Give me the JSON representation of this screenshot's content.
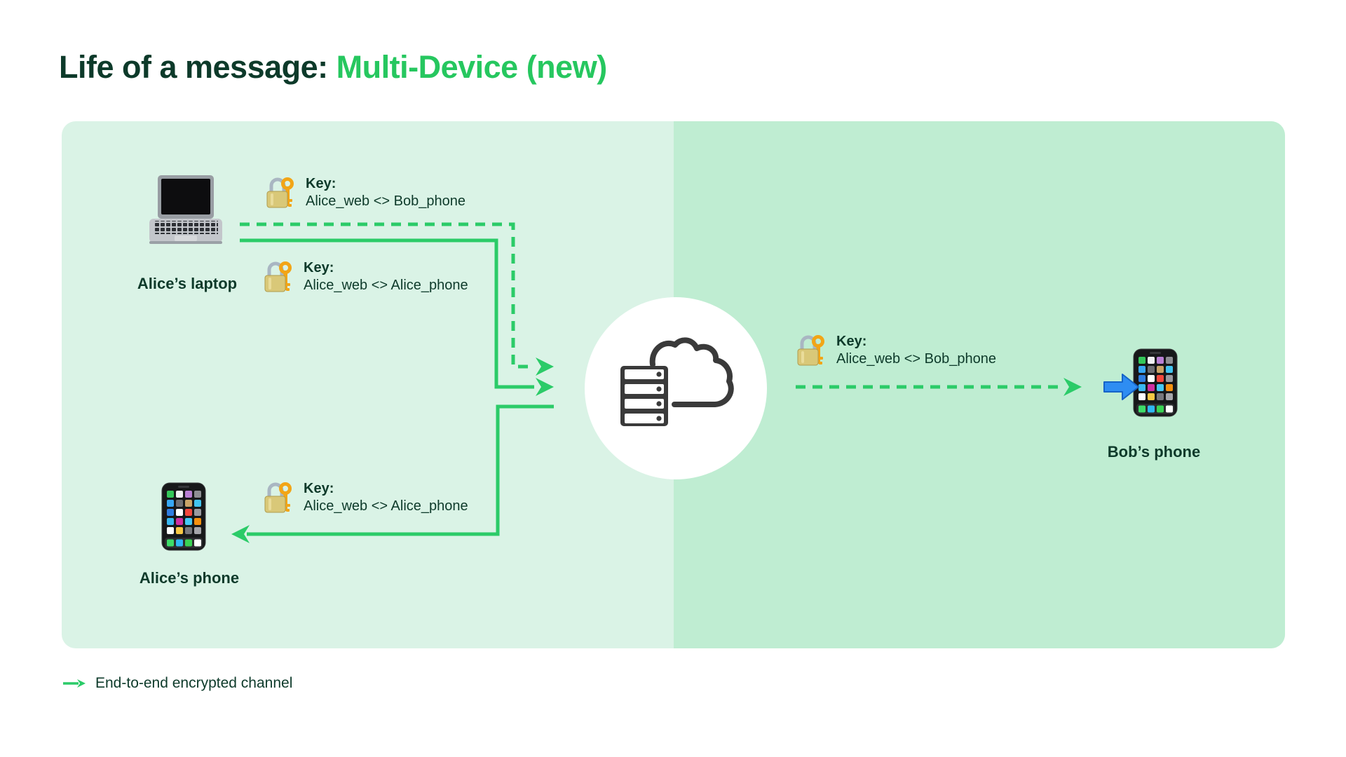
{
  "title": {
    "prefix": "Life of a message: ",
    "highlight": "Multi-Device (new)"
  },
  "devices": {
    "alice_laptop": {
      "label": "Alice’s laptop",
      "icon": "laptop-emoji"
    },
    "alice_phone": {
      "label": "Alice’s phone",
      "icon": "smartphone-emoji"
    },
    "bob_phone": {
      "label": "Bob’s phone",
      "icon": "smartphone-emoji"
    }
  },
  "keys": {
    "laptop_to_bob": {
      "label": "Key:",
      "value": "Alice_web <> Bob_phone",
      "icon": "locked-with-key-emoji"
    },
    "laptop_to_alice_phone": {
      "label": "Key:",
      "value": "Alice_web <> Alice_phone",
      "icon": "locked-with-key-emoji"
    },
    "server_to_alice_phone": {
      "label": "Key:",
      "value": "Alice_web <> Alice_phone",
      "icon": "locked-with-key-emoji"
    },
    "server_to_bob": {
      "label": "Key:",
      "value": "Alice_web <> Bob_phone",
      "icon": "locked-with-key-emoji"
    }
  },
  "server": {
    "icon": "server-cloud-icon"
  },
  "delivery": {
    "icon": "blue-right-arrow-emoji"
  },
  "legend": {
    "arrow_icon": "green-right-arrow-icon",
    "label": "End-to-end encrypted channel"
  },
  "colors": {
    "title_dark": "#0d3a2a",
    "title_green": "#26c75f",
    "arrow_green": "#2bcb68",
    "panel_left": "#daf3e6",
    "panel_right": "#bfedd2",
    "server_icon": "#3a3a3a",
    "delivery_arrow_blue": "#2e8df2"
  }
}
